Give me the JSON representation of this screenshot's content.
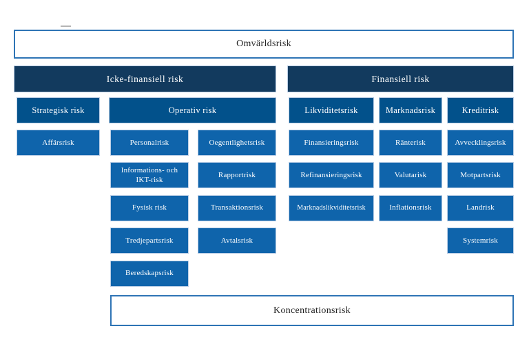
{
  "colors": {
    "header_navy": "#123A5E",
    "level2_blue": "#02518B",
    "level3_blue": "#0F64AB",
    "outline_border_blue": "#2E74B5",
    "box_edge_light": "#BCCFE6",
    "text_light": "#FFFFFF",
    "text_dark": "#242424"
  },
  "diagram": {
    "top": {
      "label": "Omvärldsrisk"
    },
    "bottom": {
      "label": "Koncentrationsrisk"
    },
    "headers": {
      "non_financial": "Icke-finansiell risk",
      "financial": "Finansiell risk"
    },
    "level2": {
      "strategisk": "Strategisk risk",
      "operativ": "Operativ risk",
      "likviditet": "Likviditetsrisk",
      "marknad": "Marknadsrisk",
      "kredit": "Kreditrisk"
    },
    "columns": {
      "strategisk": [
        "Affärsrisk"
      ],
      "operativ_left": [
        "Personalrisk",
        "Informations- och IKT-risk",
        "Fysisk risk",
        "Tredjepartsrisk",
        "Beredskapsrisk"
      ],
      "operativ_right": [
        "Oegentlighetsrisk",
        "Rapportrisk",
        "Transaktionsrisk",
        "Avtalsrisk"
      ],
      "likviditet": [
        "Finansieringsrisk",
        "Refinansieringsrisk",
        "Marknadslikviditetsrisk"
      ],
      "marknad": [
        "Ränterisk",
        "Valutarisk",
        "Inflationsrisk"
      ],
      "kredit": [
        "Avvecklingsrisk",
        "Motpartsrisk",
        "Landrisk",
        "Systemrisk"
      ]
    }
  }
}
